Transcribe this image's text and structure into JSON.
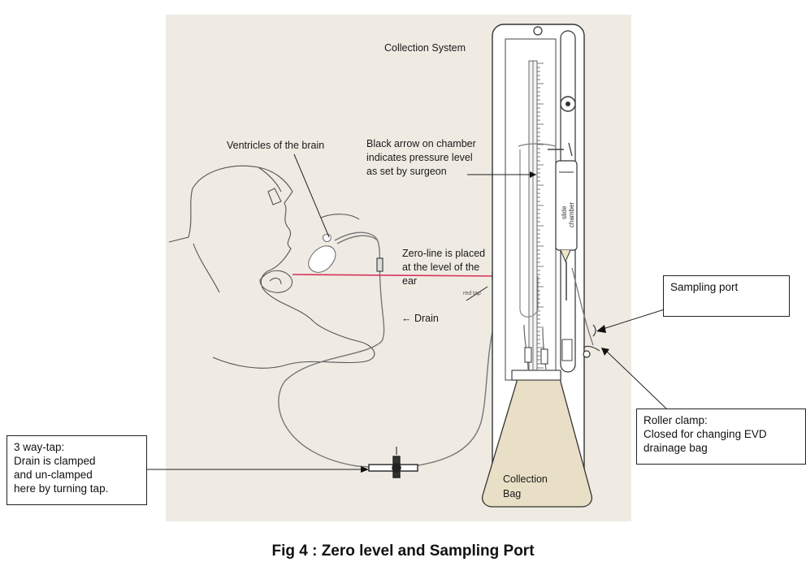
{
  "figure": {
    "labels": {
      "collection_system": "Collection System",
      "ventricles": "Ventricles of the brain",
      "black_arrow": [
        "Black arrow on chamber",
        "indicates pressure level",
        "as set by surgeon"
      ],
      "zero_line": [
        "Zero-line is placed",
        "at the level of the",
        "ear"
      ],
      "red_tap": "red tap",
      "drain": "← Drain",
      "collection_bag": [
        "Collection",
        "Bag"
      ],
      "slide_chamber": [
        "slide",
        "chamber"
      ]
    },
    "callouts": {
      "sampling_port": [
        "Sampling port"
      ],
      "roller_clamp": [
        "Roller clamp:",
        "Closed for changing EVD",
        "drainage bag"
      ],
      "three_way_tap": [
        "3 way-tap:",
        "Drain is clamped",
        "and un-clamped",
        "here by turning tap."
      ]
    },
    "caption": "Fig 4 : Zero level and Sampling Port",
    "colors": {
      "zero_line": "#d6335a",
      "illustration_bg": "#efebe3",
      "bag_fill": "#e9dfc6"
    }
  }
}
